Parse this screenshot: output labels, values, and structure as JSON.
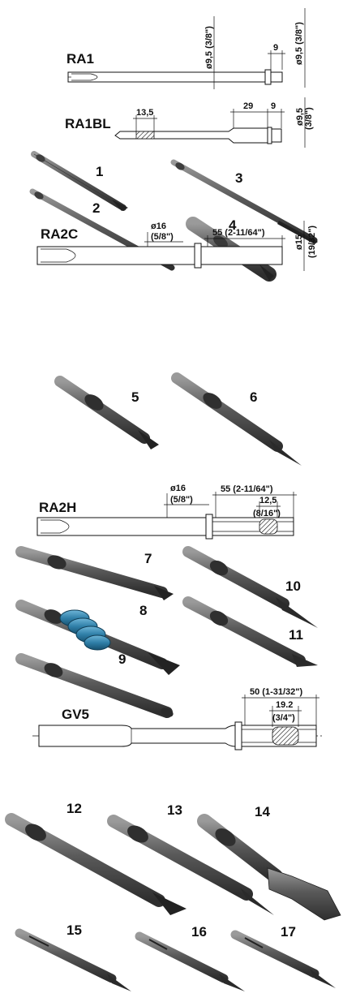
{
  "sections": {
    "ra1": {
      "title": "RA1",
      "dim_len": "9",
      "dim_dia_mid": "ø9,5 (3/8\")",
      "dim_dia_end": "ø9,5 (3/8\")"
    },
    "ra1bl": {
      "title": "RA1BL",
      "dim_cut": "13,5",
      "dim_29": "29",
      "dim_9": "9",
      "dim_dia_a": "ø9,5",
      "dim_dia_b": "(3/8\")"
    },
    "ra2c": {
      "title": "RA2C",
      "dim_dia_a": "ø16",
      "dim_dia_b": "(5/8\")",
      "dim_len": "55 (2-11/64\")",
      "dim_end_a": "ø15",
      "dim_end_b": "(19/32\")"
    },
    "ra2h": {
      "title": "RA2H",
      "dim_dia_a": "ø16",
      "dim_dia_b": "(5/8\")",
      "dim_len": "55 (2-11/64\")",
      "dim_hex_a": "12,5",
      "dim_hex_b": "(8/16\")"
    },
    "gv5": {
      "title": "GV5",
      "dim_len": "50 (1-31/32\")",
      "dim_hex_a": "19.2",
      "dim_hex_b": "(3/4\")"
    }
  },
  "items": [
    "1",
    "2",
    "3",
    "4",
    "5",
    "6",
    "7",
    "8",
    "9",
    "10",
    "11",
    "12",
    "13",
    "14",
    "15",
    "16",
    "17"
  ],
  "colors": {
    "tool": "#4a4a4a",
    "tool_light": "#8a8a8a",
    "spring": "#2f7fa8",
    "ink": "#111111"
  }
}
